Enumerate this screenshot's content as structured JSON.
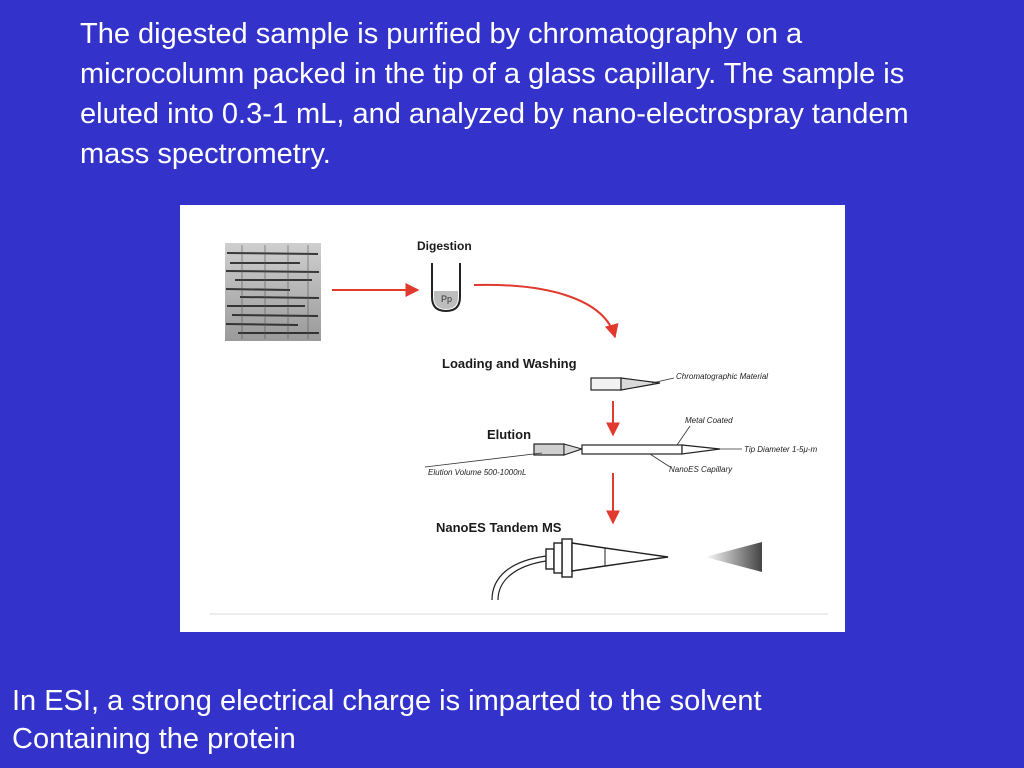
{
  "top_text": "The digested sample is purified by chromatography on a microcolumn packed in the tip of a glass capillary. The sample is eluted into 0.3-1 mL, and analyzed by nano-electrospray tandem mass spectrometry.",
  "diagram": {
    "digestion": "Digestion",
    "loading_washing": "Loading and Washing",
    "chromatographic_material": "Chromatographic Material",
    "elution": "Elution",
    "metal_coated": "Metal Coated",
    "tip_diameter": "Tip Diameter 1-5μ-m",
    "elution_volume": "Elution Volume 500-1000nL",
    "nanoes_capillary": "NanoES Capillary",
    "nanoes_tandem_ms": "NanoES Tandem MS",
    "arrow_color": "#e03a2e"
  },
  "bottom_text": {
    "line1": "In ESI, a strong electrical charge is imparted to the solvent",
    "line2": "Containing the protein"
  }
}
